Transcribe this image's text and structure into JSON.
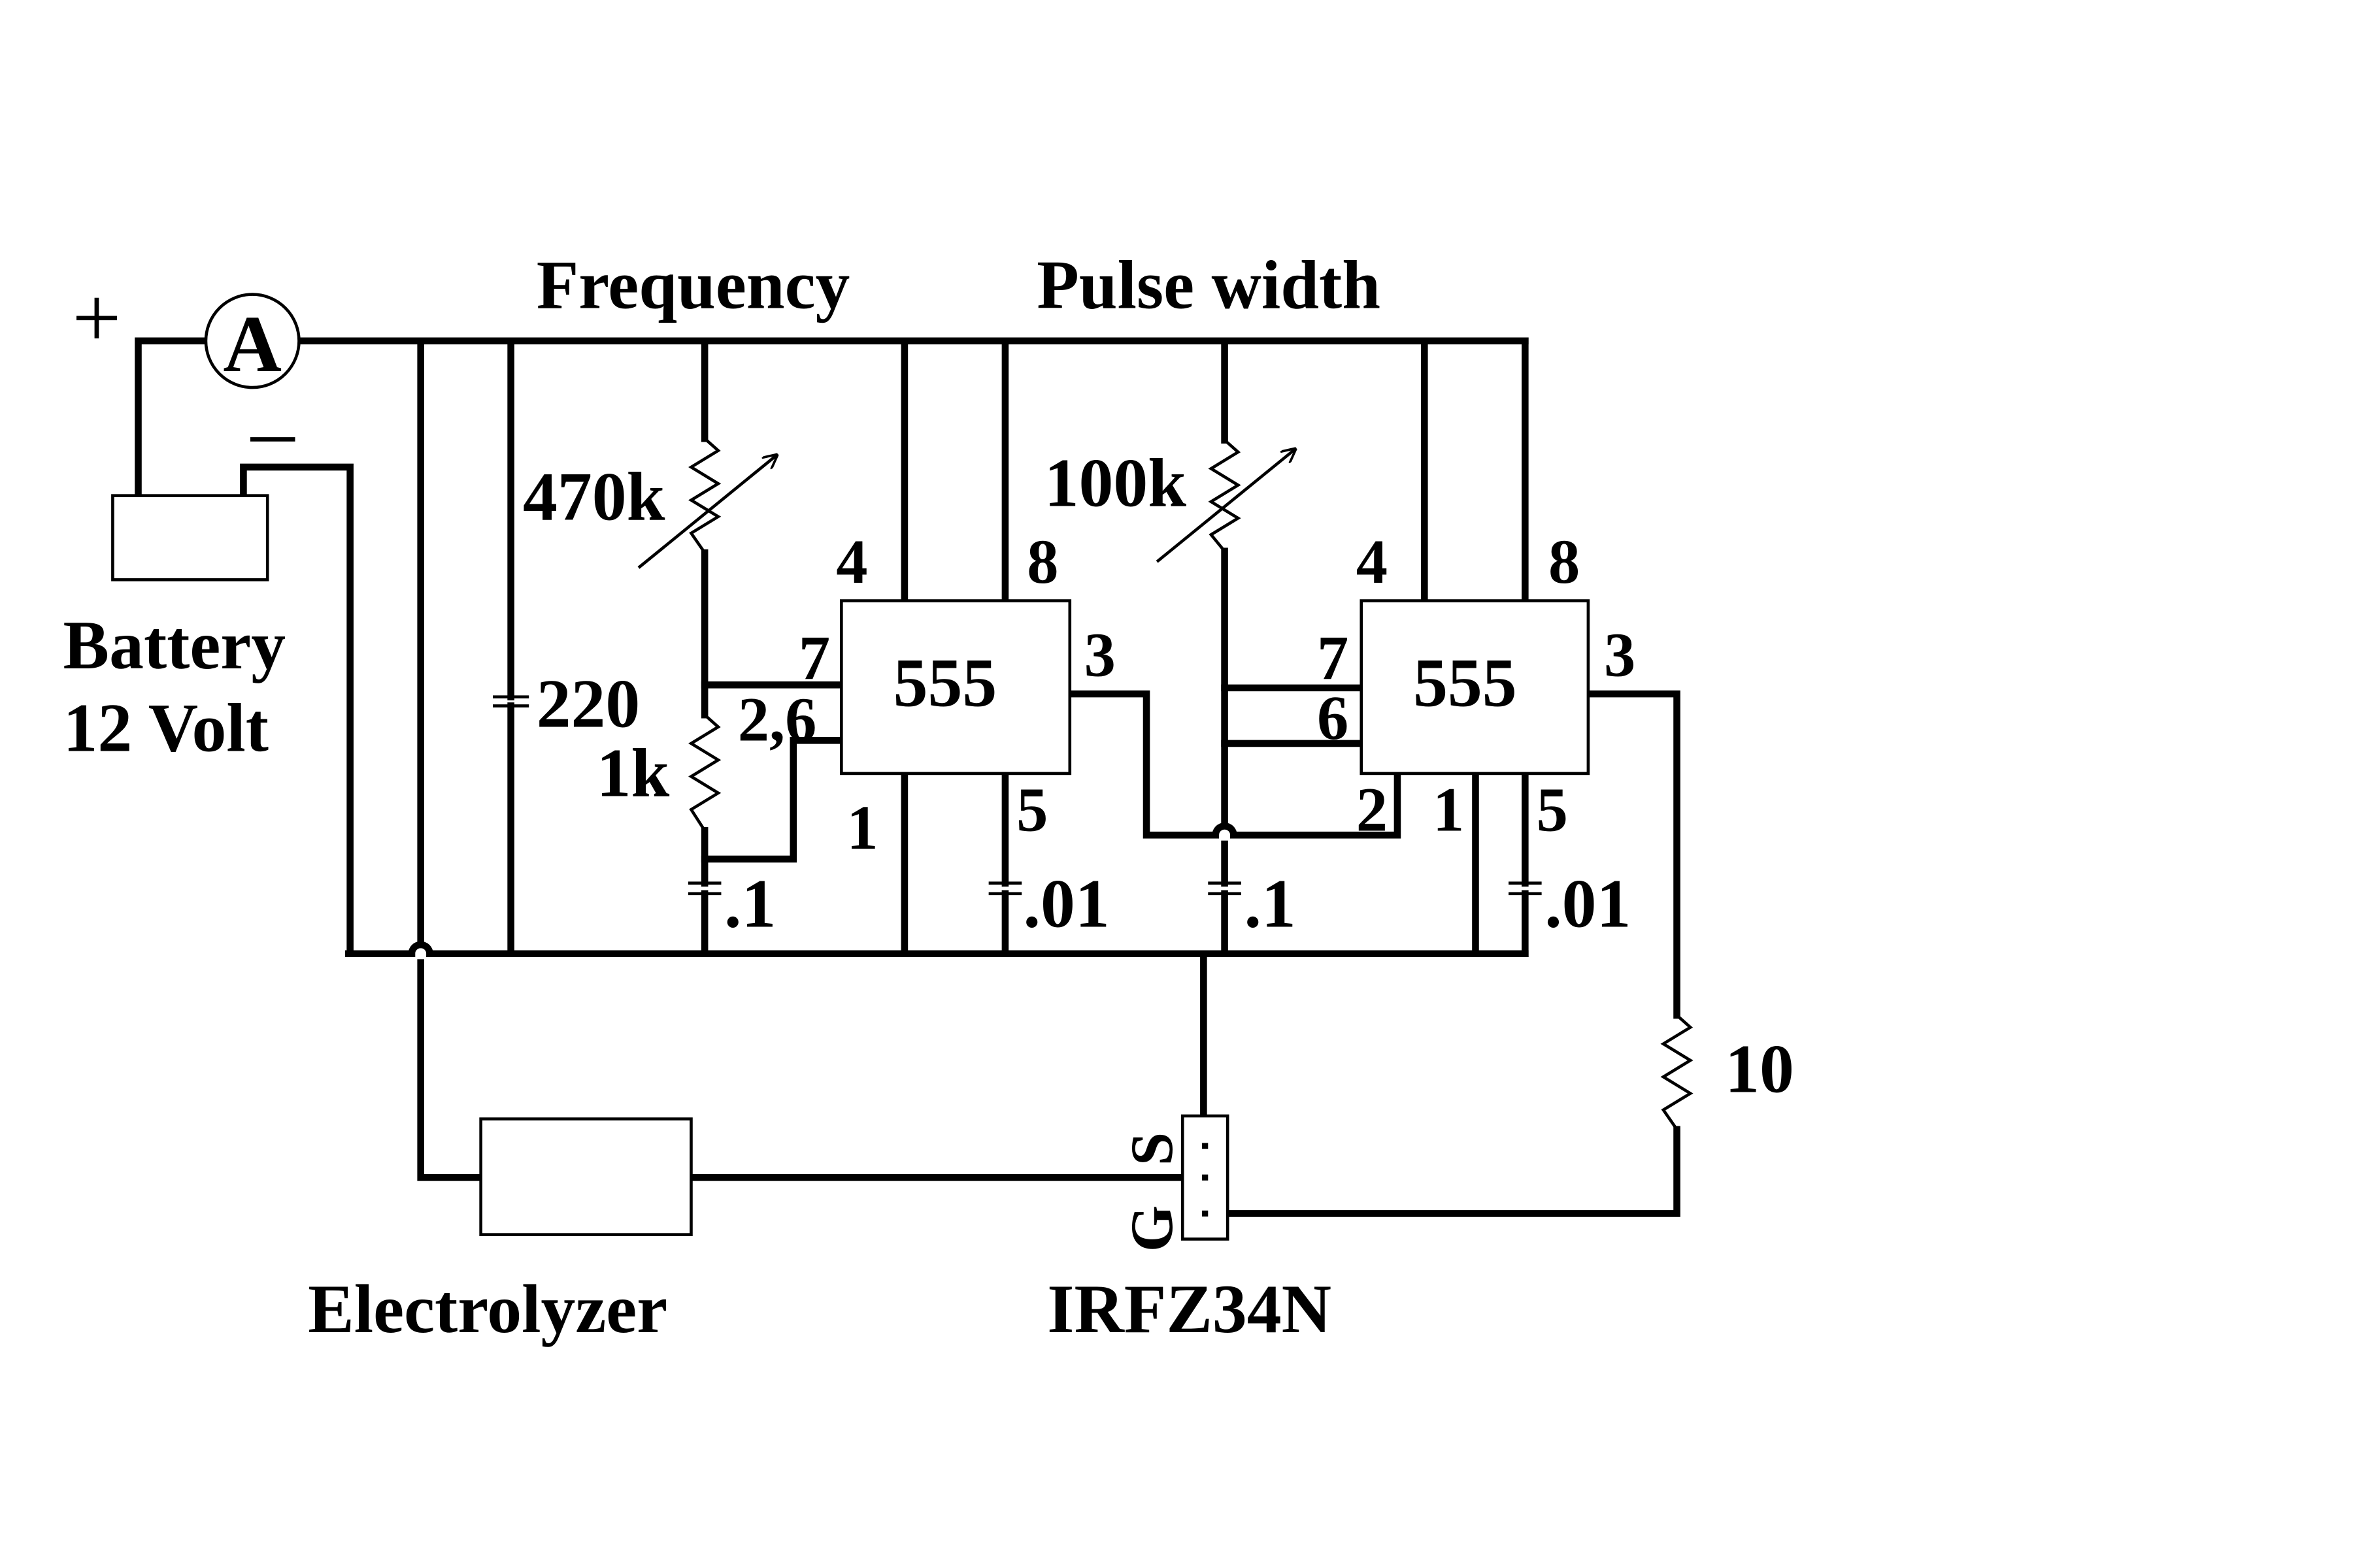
{
  "labels": {
    "plus": "+",
    "minus": "–",
    "ammeter": "A",
    "frequency": "Frequency",
    "pulse_width": "Pulse width",
    "battery_line1": "Battery",
    "battery_line2": "12 Volt",
    "cap_220": "220",
    "res_470k": "470k",
    "res_1k": "1k",
    "res_100k": "100k",
    "res_10": "10",
    "cap_point1_a": ".1",
    "cap_point01_a": ".01",
    "cap_point1_b": ".1",
    "cap_point01_b": ".01",
    "electrolyzer": "Electrolyzer",
    "mosfet": "IRFZ34N",
    "mosfet_s": "S",
    "mosfet_g": "G"
  },
  "timer1": {
    "name": "555",
    "pin4": "4",
    "pin8": "8",
    "pin7": "7",
    "pin3": "3",
    "pin26": "2,6",
    "pin1": "1",
    "pin5": "5"
  },
  "timer2": {
    "name": "555",
    "pin4": "4",
    "pin8": "8",
    "pin7": "7",
    "pin6": "6",
    "pin3": "3",
    "pin2": "2",
    "pin1": "1",
    "pin5": "5"
  }
}
